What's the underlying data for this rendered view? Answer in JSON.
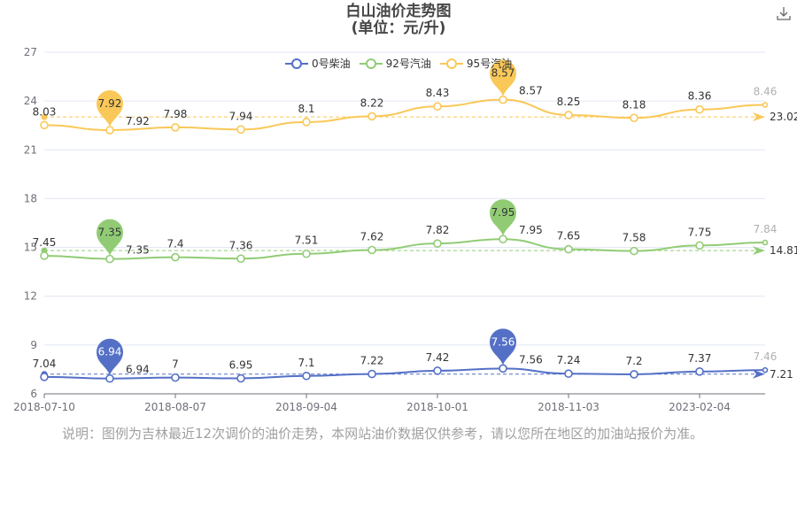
{
  "title": "白山油价走势图",
  "subtitle": "(单位：元/升)",
  "note": "说明：图例为吉林最近12次调价的油价走势，本网站油价数据仅供参考，请以您所在地区的加油站报价为准。",
  "download_icon": "download-icon",
  "chart_data": {
    "type": "line",
    "stacked": true,
    "title": "白山油价走势图 (单位：元/升)",
    "categories": [
      "2018-07-10",
      "",
      "2018-08-07",
      "",
      "2018-09-04",
      "",
      "2018-10-01",
      "",
      "2018-11-03",
      "",
      "2023-02-04",
      ""
    ],
    "yticks": [
      "6",
      "9",
      "12",
      "15",
      "18",
      "21",
      "24",
      "27"
    ],
    "ylim": [
      6,
      27
    ],
    "grid": true,
    "legend_position": "top-center",
    "series": [
      {
        "name": "0号柴油",
        "color": "#5470c6",
        "values": [
          7.04,
          6.94,
          7,
          6.95,
          7.1,
          7.22,
          7.42,
          7.56,
          7.24,
          7.2,
          7.37,
          7.46
        ],
        "min_label": "6.94",
        "max_label": "7.56",
        "average_label": "7.21",
        "average": 7.21
      },
      {
        "name": "92号汽油",
        "color": "#91cc75",
        "values": [
          7.45,
          7.35,
          7.4,
          7.36,
          7.51,
          7.62,
          7.82,
          7.95,
          7.65,
          7.58,
          7.75,
          7.84
        ],
        "min_label": "7.35",
        "max_label": "7.95",
        "average_label": "14.81",
        "average": 14.81
      },
      {
        "name": "95号汽油",
        "color": "#fac858",
        "values": [
          8.03,
          7.92,
          7.98,
          7.94,
          8.1,
          8.22,
          8.43,
          8.57,
          8.25,
          8.18,
          8.36,
          8.46
        ],
        "min_label": "7.92",
        "max_label": "8.57",
        "average_label": "23.02",
        "average": 23.02
      }
    ]
  }
}
